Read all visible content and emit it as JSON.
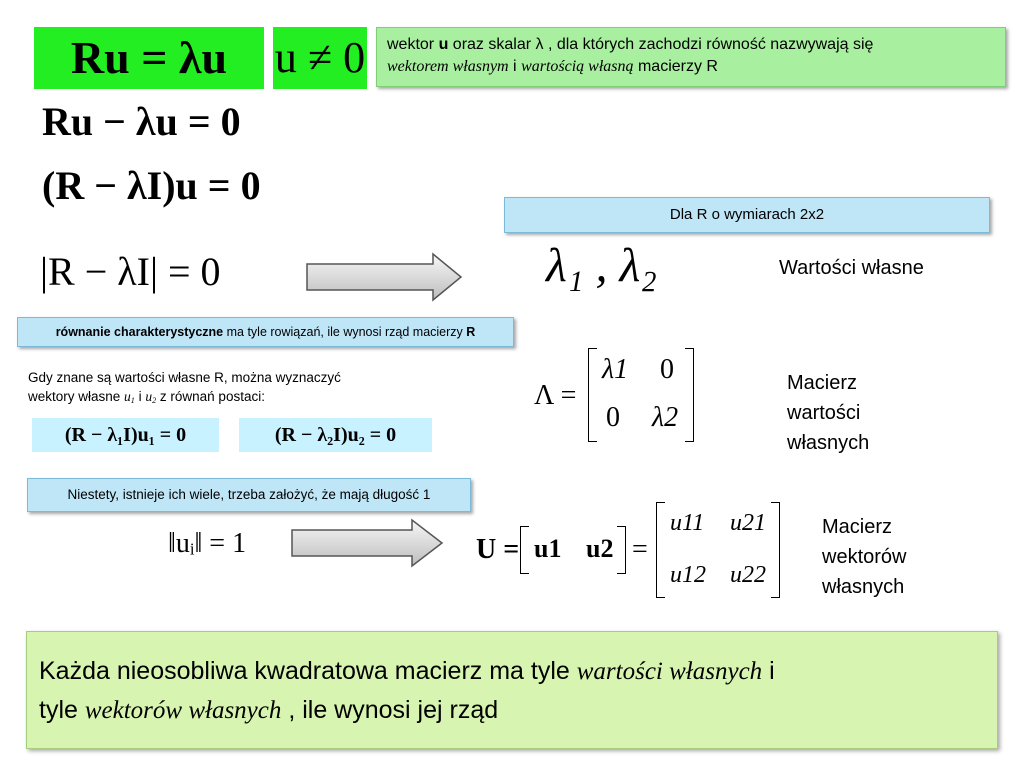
{
  "eq_main": "Ru = λu",
  "eq_cond": "u ≠ 0",
  "callout_top": {
    "t1": "wektor ",
    "t2": "u",
    "t3": " oraz skalar λ , dla których zachodzi równość  nazwywają się",
    "t4": "wektorem własnym",
    "t5": " i ",
    "t6": "wartością własną",
    "t7": " macierzy R"
  },
  "eq2": "Ru − λu = 0",
  "eq3": "(R − λI)u = 0",
  "callout_dim": "Dla R o wymiarach 2x2",
  "eq_det": "|R − λI| = 0",
  "lambdas": "λ₁ , λ₂",
  "label_eigvals": "Wartości własne",
  "callout_char": {
    "bold": "równanie charakterystyczne",
    "text": " ma tyle rowiązań, ile wynosi rząd macierzy ",
    "bold2": "R"
  },
  "text_when": {
    "l1": "Gdy znane są wartości własne R, można wyznaczyć",
    "l2a": "wektory własne ",
    "u1": "u",
    "s1": "1",
    "mid": " i ",
    "u2": "u",
    "s2": "2",
    "l2b": "  z równań postaci:"
  },
  "eq_u1": "(R − λ₁I)u₁ = 0",
  "eq_u2": "(R − λ₂I)u₂ = 0",
  "lambda_matrix": {
    "lhs": "Λ =",
    "cells": [
      "λ1",
      "0",
      "0",
      "λ2"
    ]
  },
  "label_lambda_matrix": [
    "Macierz",
    "wartości",
    "własnych"
  ],
  "callout_len": "Niestety, istnieje ich wiele, trzeba założyć, że mają długość 1",
  "eq_norm": "‖uᵢ‖ = 1",
  "u_matrix": {
    "lhs": "U =",
    "cols": [
      "u1",
      "u2"
    ],
    "cells": [
      "u11",
      "u21",
      "u12",
      "u22"
    ]
  },
  "label_u_matrix": [
    "Macierz",
    "wektorów",
    "własnych"
  ],
  "bottom": {
    "a": "Każda nieosobliwa kwadratowa macierz ma tyle ",
    "b": "wartości własnych",
    "c": " i",
    "d": "tyle ",
    "e": "wektorów własnych",
    "f": " , ile wynosi jej rząd"
  },
  "colors": {
    "green": "#22ee22",
    "callout_green": "#a8f0a0",
    "callout_blue": "#bfe6f7",
    "cyan": "#c8f2ff",
    "bottom": "#d7f5b0"
  }
}
